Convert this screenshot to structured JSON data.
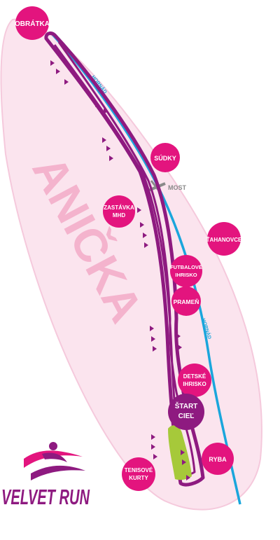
{
  "colors": {
    "zone_fill": "#fbe4ee",
    "zone_stroke": "#f5c9dc",
    "area_label": "#f4b3cd",
    "route": "#8e1a80",
    "river": "#1aa6dc",
    "poi_fill": "#e3147e",
    "start_fill": "#8e1a80",
    "marker": "#8e1a80",
    "finish_zone": "#a6c93a",
    "bridge": "#8a8a8a",
    "logo_text": "#8e1a80"
  },
  "map": {
    "area_name": "ANIČKA",
    "river_label": "HORNÁD",
    "bridge_label": "MOST"
  },
  "places": {
    "turnaround": [
      "OBRÁTKA"
    ],
    "court": [
      "SÚDKY"
    ],
    "tram_stop": [
      "ZASTÁVKA",
      "MHD"
    ],
    "takanovce": [
      "ŤAHANOVCE"
    ],
    "football": [
      "FUTBALOVÉ",
      "IHRISKO"
    ],
    "spring": [
      "PRAMEŇ"
    ],
    "kids": [
      "DETSKÉ",
      "IHRISKO"
    ],
    "start": [
      "ŠTART",
      "CIEĽ"
    ],
    "fish": [
      "RYBA"
    ],
    "tennis": [
      "TENISOVÉ",
      "KURTY"
    ]
  },
  "logo": {
    "text": "VELVET RUN",
    "icon": "runner-icon"
  }
}
